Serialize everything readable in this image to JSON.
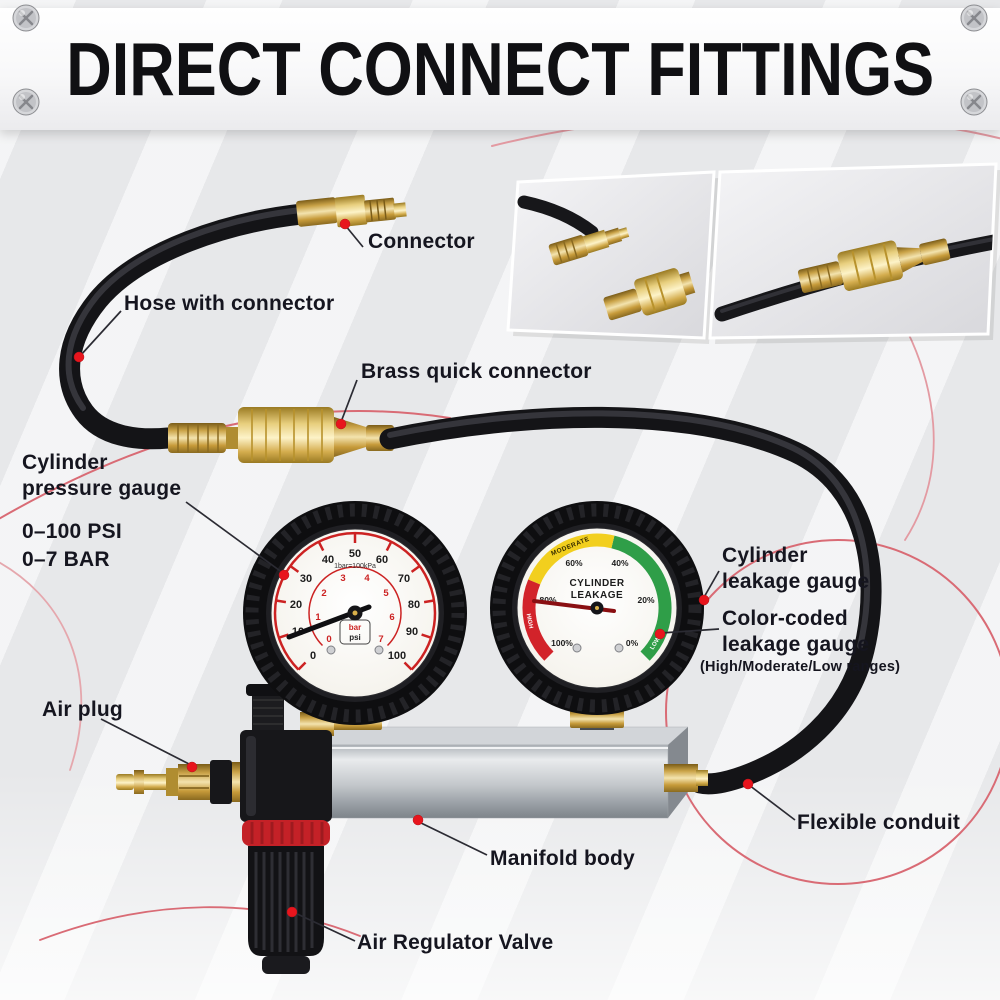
{
  "header": {
    "title": "DIRECT CONNECT FITTINGS"
  },
  "callouts": {
    "connector": "Connector",
    "hose_with_connector": "Hose with connector",
    "brass_quick_connector": "Brass quick connector",
    "cylinder_pressure_gauge": {
      "line1": "Cylinder",
      "line2": "pressure gauge"
    },
    "pressure_range": {
      "psi": "0–100 PSI",
      "bar": "0–7 BAR"
    },
    "air_plug": "Air plug",
    "cylinder_leakage_gauge": {
      "line1": "Cylinder",
      "line2": "leakage gauge"
    },
    "color_coded_gauge": {
      "line1": "Color-coded",
      "line2": "leakage gauge",
      "sub": "(High/Moderate/Low ranges)"
    },
    "manifold_body": "Manifold body",
    "air_regulator_valve": "Air Regulator Valve",
    "flexible_conduit": "Flexible conduit"
  },
  "pressure_gauge": {
    "psi_ticks": [
      "0",
      "10",
      "20",
      "30",
      "40",
      "50",
      "60",
      "70",
      "80",
      "90",
      "100"
    ],
    "bar_ticks": [
      "0",
      "1",
      "2",
      "3",
      "4",
      "5",
      "6",
      "7"
    ],
    "center_note": "1bar=100kPa",
    "unit_bar": "bar",
    "unit_psi": "psi"
  },
  "leakage_gauge": {
    "title_line1": "CYLINDER",
    "title_line2": "LEAKAGE",
    "ticks": [
      "0%",
      "20%",
      "40%",
      "60%",
      "80%",
      "100%"
    ],
    "zones": {
      "moderate": "MODERATE",
      "high": "HIGH",
      "low": "LOW"
    }
  },
  "colors": {
    "accent_red": "#d2232a",
    "zone_green": "#2f9e48",
    "zone_yellow": "#f2cf1e",
    "label_text": "#15151f"
  }
}
